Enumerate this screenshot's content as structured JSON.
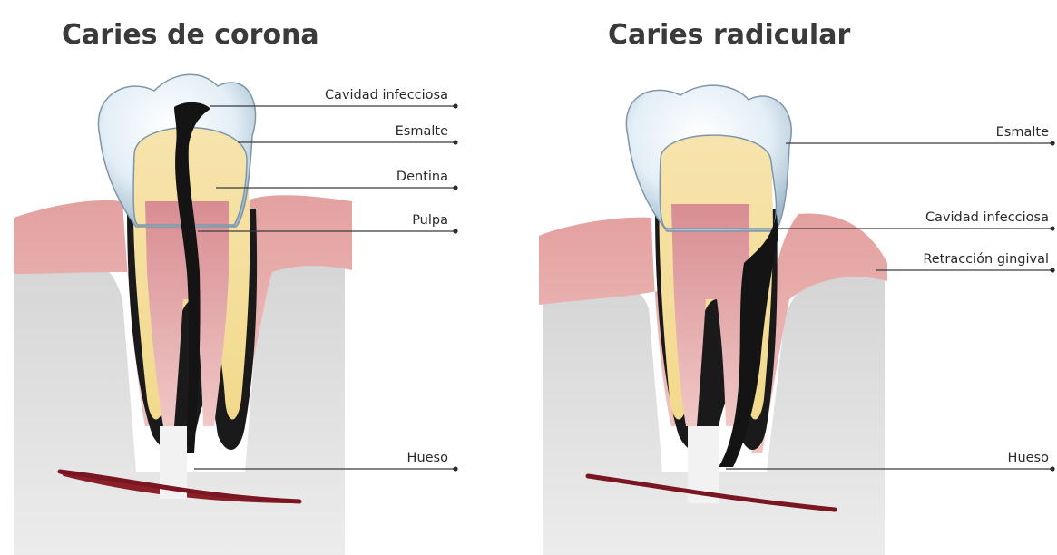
{
  "panels": [
    {
      "title": "Caries de corona",
      "labels": {
        "cavity": "Cavidad infecciosa",
        "enamel": "Esmalte",
        "dentin": "Dentina",
        "pulp": "Pulpa",
        "bone": "Hueso"
      }
    },
    {
      "title": "Caries radicular",
      "labels": {
        "enamel": "Esmalte",
        "cavity": "Cavidad infecciosa",
        "recession": "Retracción gingival",
        "bone": "Hueso"
      }
    }
  ],
  "colors": {
    "bone": "#dedede",
    "gum": "#e09a9a",
    "gum_dark": "#c56e70",
    "enamel": "#dce9f3",
    "dentin": "#f4dfa1",
    "pulp": "#d9999d",
    "decay": "#141414",
    "jaw_line": "#8a1f2a"
  }
}
